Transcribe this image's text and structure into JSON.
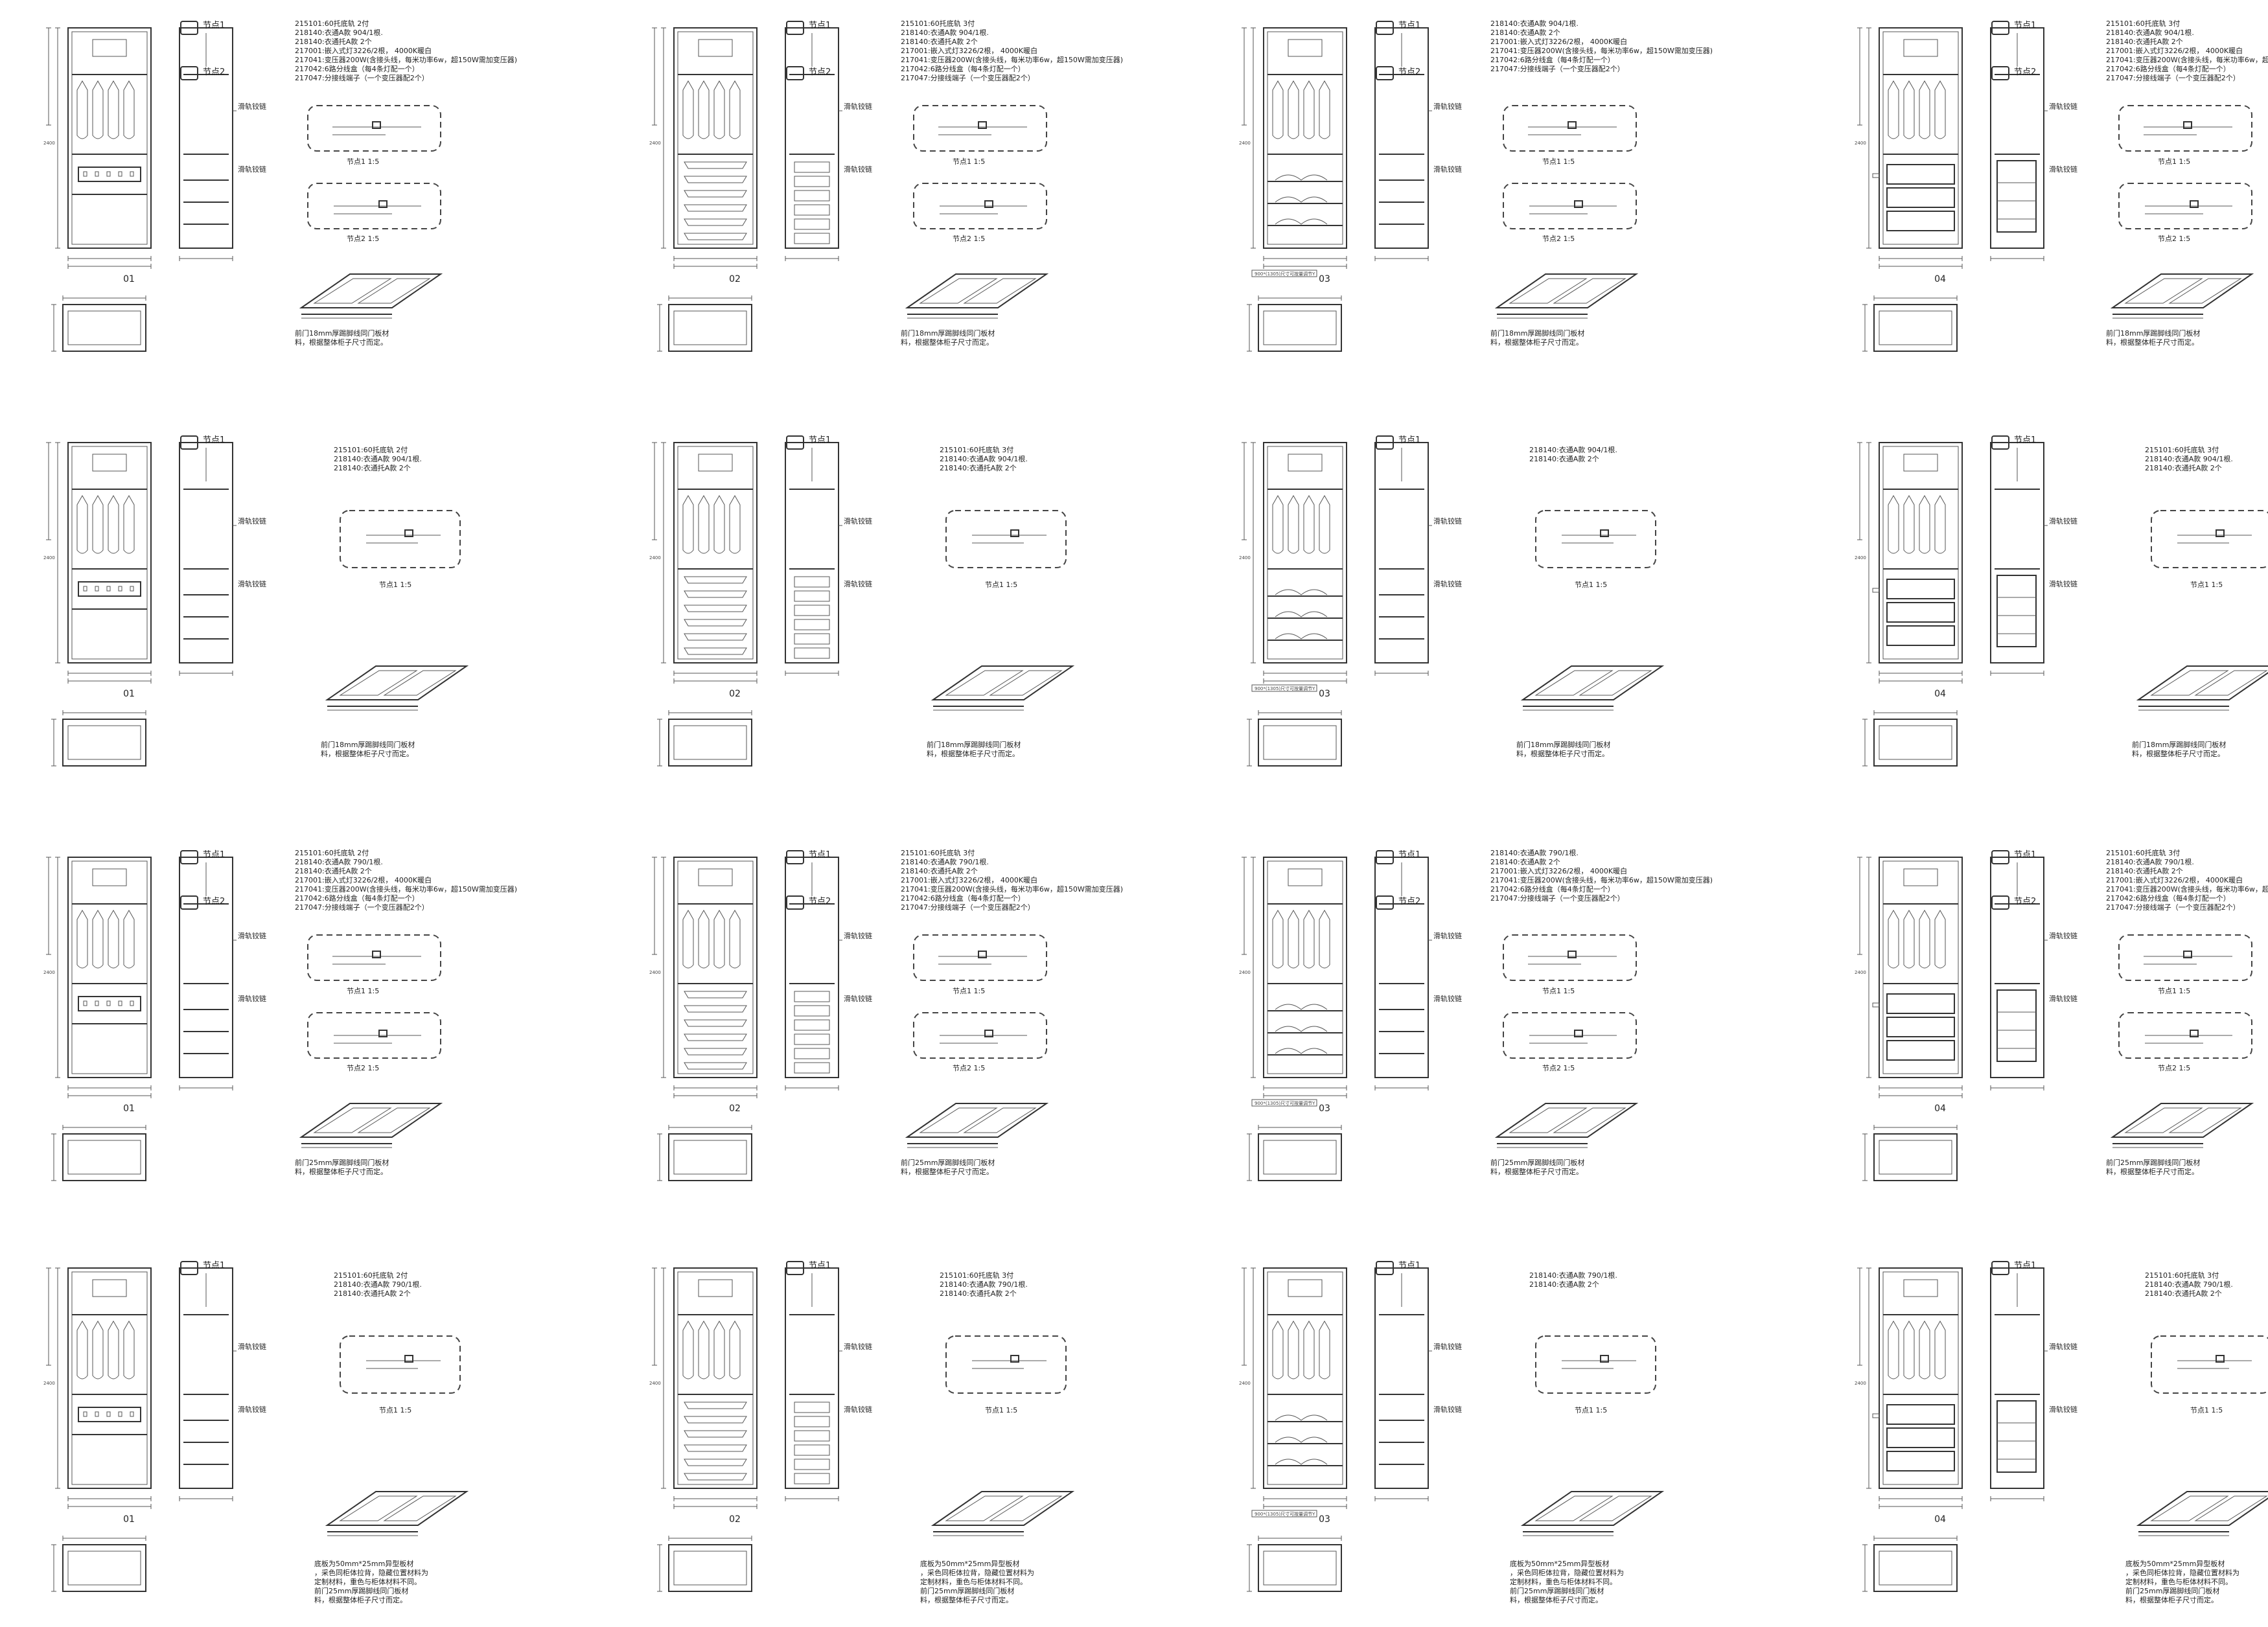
{
  "sheet": {
    "labels": {
      "node1": "节点1",
      "node2": "节点2",
      "node1_scale": "节点1 1:5",
      "node2_scale": "节点2 1:5",
      "damper": "滑轨铰链",
      "plinth": "900*(1305)尺寸可按量调节Y"
    },
    "notes": {
      "n215101_2": "215101:60托底轨 2付",
      "n215101_3": "215101:60托底轨 3付",
      "n218140_1_904": "218140:衣通A款 904/1根.",
      "n218140_1_790": "218140:衣通A款 790/1根.",
      "n218140_2_904": "218140:衣通A款 904/1根.",
      "n218140_2_790": "218140:衣通A款 790/1根.",
      "n218140_2": "218140:衣通A款 2个",
      "n218140_3": "218140:衣通托A款 2个",
      "n217001": "217001:嵌入式灯3226/2根，  4000K暖白",
      "n217041": "217041:变压器200W(含接头线，每米功率6w，超150W需加变压器)",
      "n217042": "217042:6路分线盒（每4条灯配一个）",
      "n217047": "217047:分接线端子（一个变压器配2个）",
      "door18": "前门18mm厚踢脚线同门板材料，根据整体柜子尺寸而定。",
      "door25": "前门25mm厚踢脚线同门板材料，根据整体柜子尺寸而定。",
      "side_note": "底板为50mm*25mm异型板材，采色同柜体拉背，隐藏位置材料为定制材料，重色与柜体材料不同。"
    },
    "units": [
      {
        "id": "01",
        "label": "01"
      },
      {
        "id": "02",
        "label": "02"
      },
      {
        "id": "03",
        "label": "03"
      },
      {
        "id": "04",
        "label": "04"
      },
      {
        "id": "05",
        "label": "01"
      },
      {
        "id": "06",
        "label": "02"
      },
      {
        "id": "07",
        "label": "03"
      },
      {
        "id": "08",
        "label": "04"
      },
      {
        "id": "09",
        "label": "01"
      },
      {
        "id": "10",
        "label": "02"
      },
      {
        "id": "11",
        "label": "03"
      },
      {
        "id": "12",
        "label": "04"
      },
      {
        "id": "13",
        "label": "01"
      },
      {
        "id": "14",
        "label": "02"
      },
      {
        "id": "15",
        "label": "03"
      },
      {
        "id": "16",
        "label": "04"
      }
    ]
  }
}
